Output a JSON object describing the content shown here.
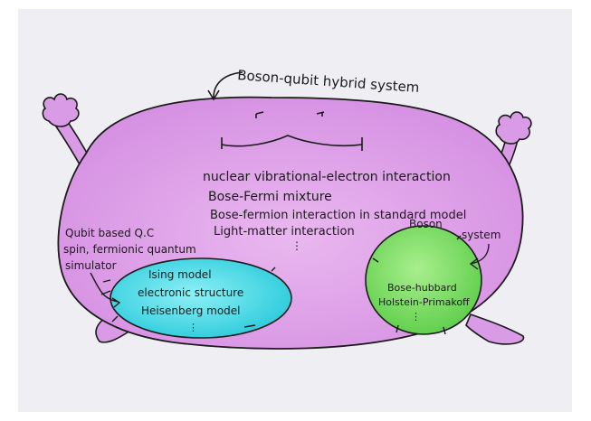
{
  "title": "Boson-qubit hybrid system",
  "center_items": [
    "nuclear vibrational-electron interaction",
    "Bose-Fermi mixture",
    "Bose-fermion interaction in standard model",
    "Light-matter interaction",
    "⋮"
  ],
  "left_label": [
    "Qubit based Q.C",
    "spin, fermionic quantum",
    "simulator"
  ],
  "left_items": [
    "Ising model",
    "electronic structure",
    "Heisenberg model",
    "⋮"
  ],
  "right_label": [
    "Boson",
    "system"
  ],
  "right_items": [
    "Bose-hubbard",
    "Holstein-Primakoff",
    "⋮"
  ],
  "colors": {
    "background": "#efeef2",
    "blob": "#d99ae6",
    "left_cell": "#39d7e4",
    "right_cell": "#79d865",
    "ink": "#1b1b1b"
  }
}
